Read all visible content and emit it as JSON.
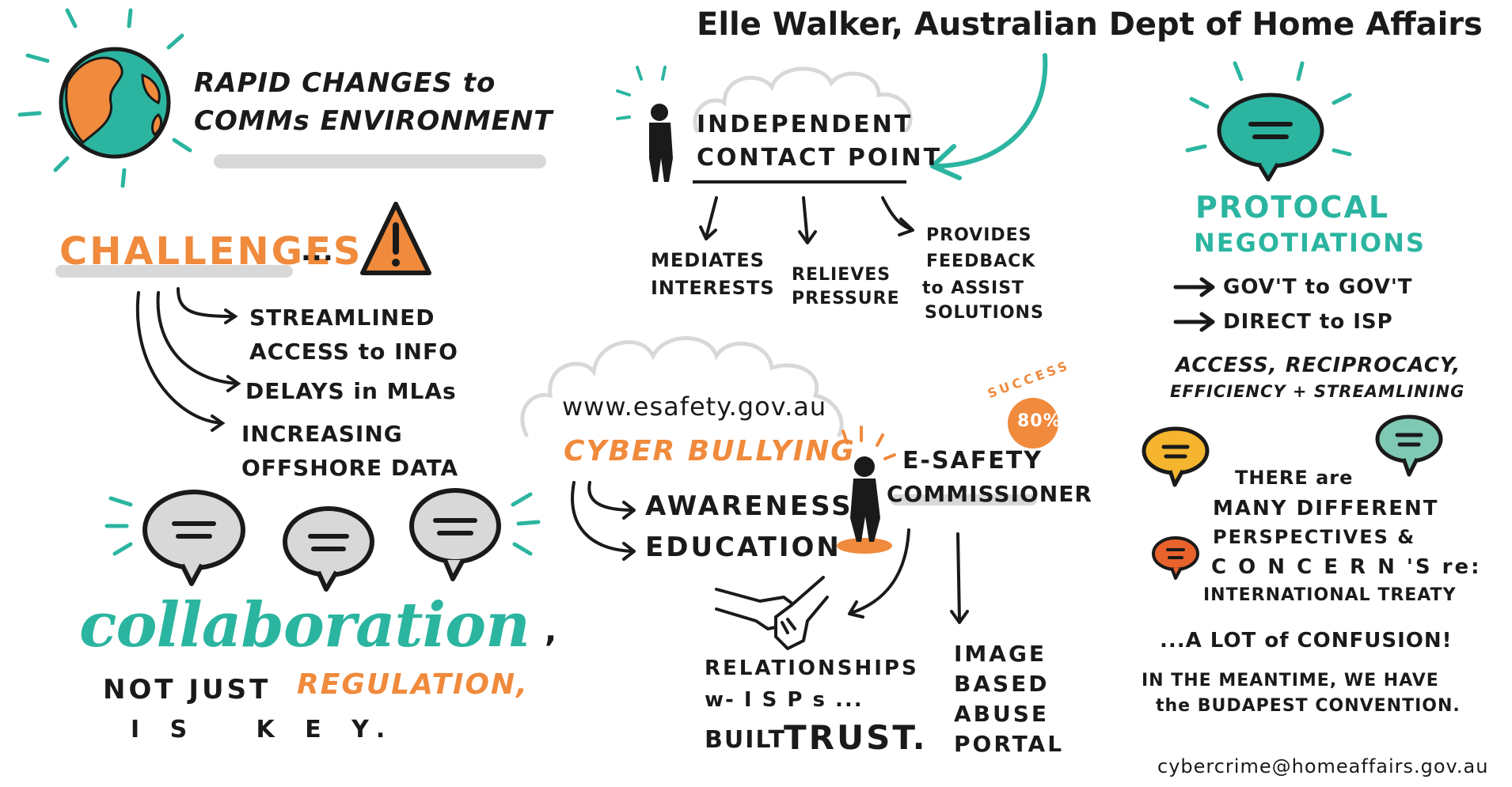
{
  "header": {
    "speaker": "Elle Walker, Australian Dept of Home Affairs"
  },
  "rapid": {
    "line1": "RAPID CHANGES to",
    "line2": "COMMs ENVIRONMENT"
  },
  "challenges": {
    "title": "CHALLENGES",
    "ellipsis": "...",
    "items": [
      "STREAMLINED",
      "ACCESS to INFO",
      "DELAYS in MLAs",
      "INCREASING",
      "OFFSHORE DATA"
    ]
  },
  "collaboration": {
    "word": "collaboration",
    "suffix": ",",
    "line1a": "NOT JUST",
    "line1b": "REGULATION,",
    "line2": "I S   K E Y."
  },
  "contact": {
    "title1": "INDEPENDENT",
    "title2": "CONTACT POINT",
    "mediates1": "MEDIATES",
    "mediates2": "INTERESTS",
    "relieves1": "RELIEVES",
    "relieves2": "PRESSURE",
    "provides1": "PROVIDES",
    "provides2": "FEEDBACK",
    "provides3": "to ASSIST",
    "provides4": "SOLUTIONS"
  },
  "esafety": {
    "url": "www.esafety.gov.au",
    "bullying": "CYBER BULLYING",
    "awareness": "AWARENESS",
    "education": "EDUCATION",
    "success": "SUCCESS",
    "percent": "80%",
    "commissioner1": "E-SAFETY",
    "commissioner2": "COMMISSIONER",
    "rel1": "RELATIONSHIPS",
    "rel2": "w- I S P s ...",
    "built": "BUILT",
    "trust": "TRUST.",
    "image1": "IMAGE",
    "image2": "BASED",
    "image3": "ABUSE",
    "image4": "PORTAL"
  },
  "protocol": {
    "title1": "PROTOCAL",
    "title2": "NEGOTIATIONS",
    "item1": "GOV'T to GOV'T",
    "item2": "DIRECT to ISP",
    "access1": "ACCESS, RECIPROCACY,",
    "access2": "EFFICIENCY + STREAMLINING"
  },
  "perspectives": {
    "line1": "THERE are",
    "line2": "MANY DIFFERENT",
    "line3": "PERSPECTIVES &",
    "line4": "C O N C E R N 'S re:",
    "line5": "INTERNATIONAL TREATY",
    "confusion": "...A LOT of CONFUSION!",
    "meantime1": "IN THE MEANTIME, WE HAVE",
    "meantime2": "the BUDAPEST CONVENTION.",
    "email": "cybercrime@homeaffairs.gov.au"
  },
  "colors": {
    "orange": "#f08a3c",
    "teal": "#2bb5a0",
    "grey": "#d8d8d8",
    "ink": "#1a1a1a"
  }
}
